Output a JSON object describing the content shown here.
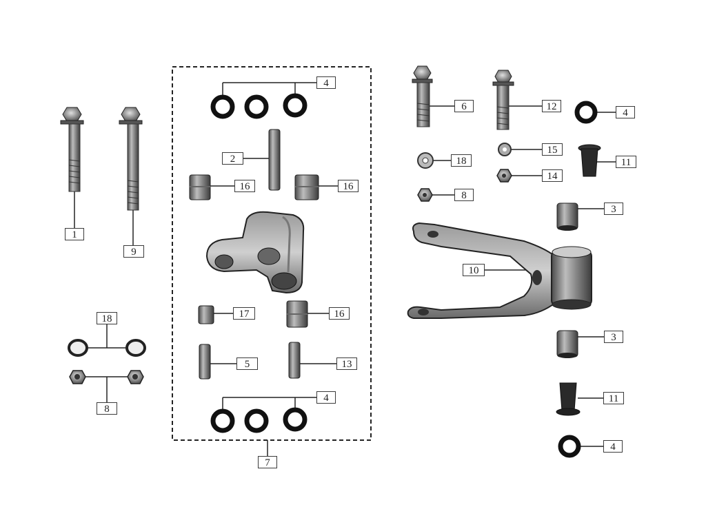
{
  "diagram": {
    "callouts": {
      "c1": "1",
      "c9": "9",
      "c18_left": "18",
      "c8_left": "8",
      "c4_top": "4",
      "c2": "2",
      "c16_upper_left": "16",
      "c16_upper_right": "16",
      "c17": "17",
      "c16_lower": "16",
      "c5": "5",
      "c13": "13",
      "c4_bottom": "4",
      "c7": "7",
      "c6": "6",
      "c12": "12",
      "c4_right_top": "4",
      "c18_right": "18",
      "c15": "15",
      "c11_top": "11",
      "c14": "14",
      "c8_right": "8",
      "c3_top": "3",
      "c10": "10",
      "c3_bottom": "3",
      "c11_bottom": "11",
      "c4_right_bottom": "4"
    }
  }
}
